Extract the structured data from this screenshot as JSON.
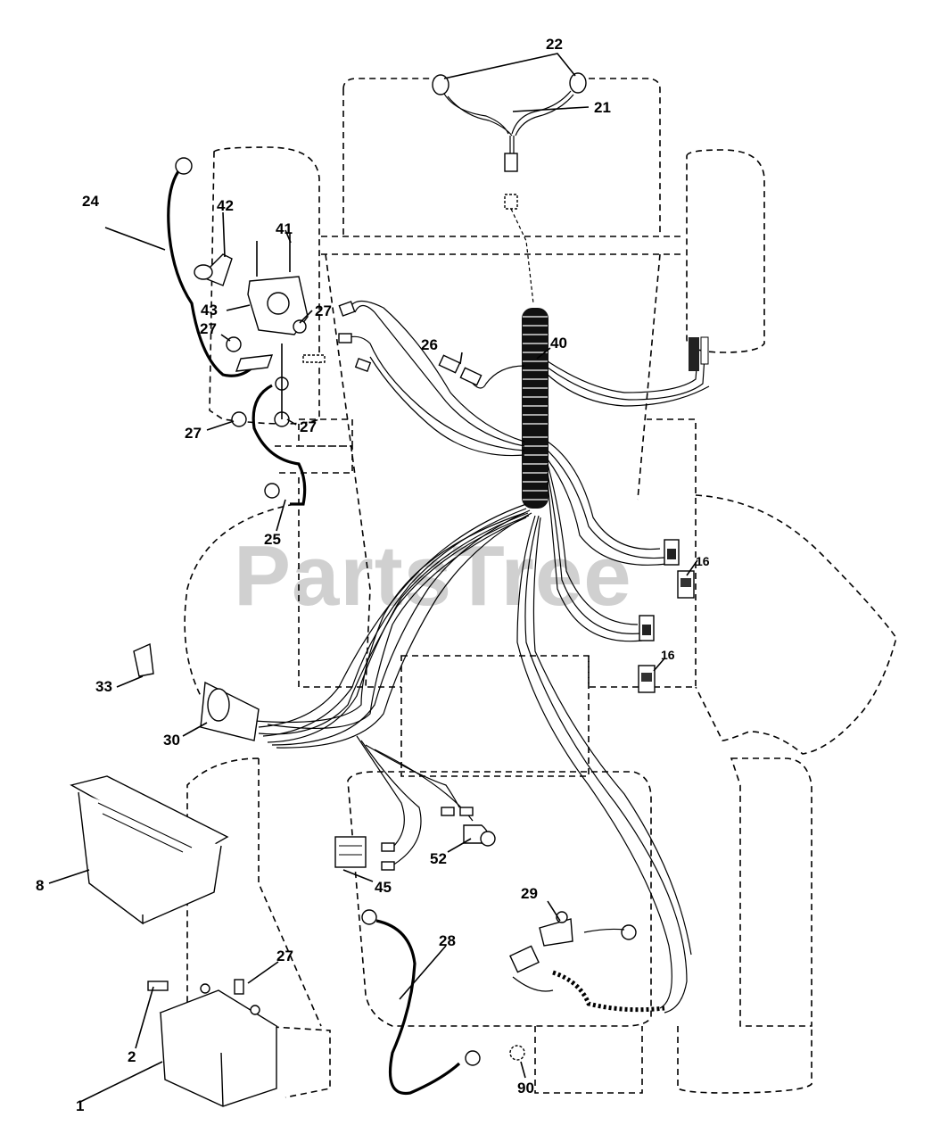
{
  "watermark": "PartsTree",
  "callouts": {
    "c22": "22",
    "c21": "21",
    "c24": "24",
    "c42": "42",
    "c41": "41",
    "c43": "43",
    "c27a": "27",
    "c27b": "27",
    "c27c": "27",
    "c27d": "27",
    "c27e": "27",
    "c26": "26",
    "c40": "40",
    "c25": "25",
    "c16a": "16",
    "c16b": "16",
    "c33": "33",
    "c30": "30",
    "c8": "8",
    "c45": "45",
    "c52": "52",
    "c29": "29",
    "c28": "28",
    "c2": "2",
    "c1": "1",
    "c90": "90"
  }
}
